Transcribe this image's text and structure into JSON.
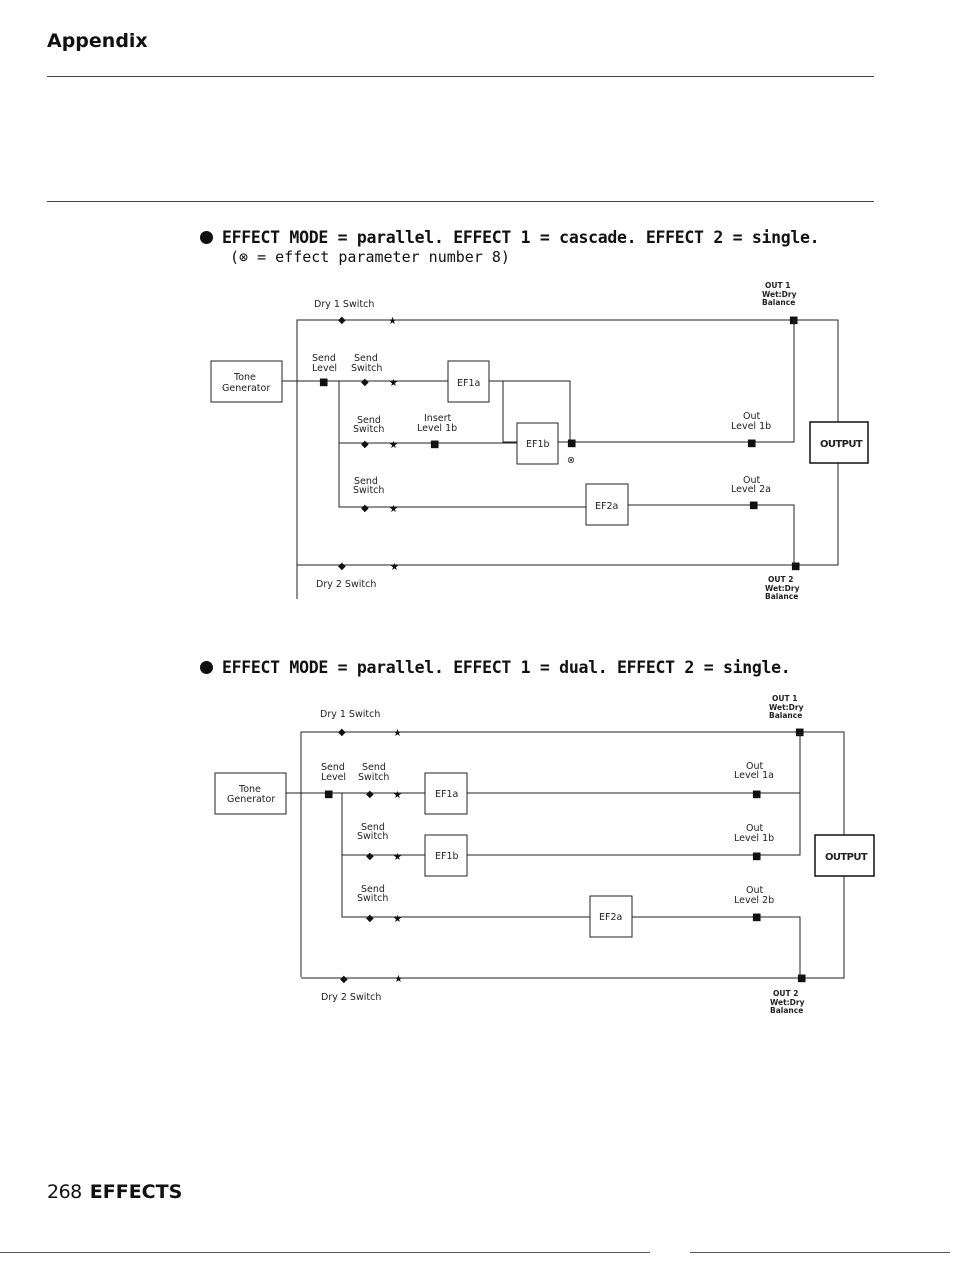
{
  "header": {
    "title": "Appendix"
  },
  "section1": {
    "heading": "EFFECT MODE = parallel. EFFECT 1 = cascade. EFFECT 2 = single.",
    "note": "(⊗ = effect parameter number 8)",
    "diagram": {
      "dry1": "Dry 1 Switch",
      "dry2": "Dry 2 Switch",
      "out1_1": "OUT 1",
      "out1_2": "Wet:Dry",
      "out1_3": "Balance",
      "out2_1": "OUT 2",
      "out2_2": "Wet:Dry",
      "out2_3": "Balance",
      "tone1": "Tone",
      "tone2": "Generator",
      "send_level_1": "Send",
      "send_level_2": "Level",
      "send_switch_1": "Send",
      "send_switch_2": "Switch",
      "efa": "EF1a",
      "efb": "EF1b",
      "ef2": "EF2a",
      "send_b_1": "Send",
      "send_b_2": "Switch",
      "insert_1": "Insert",
      "insert_2": "Level 1b",
      "send_c_1": "Send",
      "send_c_2": "Switch",
      "outlvl_b_1": "Out",
      "outlvl_b_2": "Level 1b",
      "outlvl_c_1": "Out",
      "outlvl_c_2": "Level 2a",
      "param_mark": "⊗",
      "output": "OUTPUT"
    }
  },
  "section2": {
    "heading": "EFFECT MODE = parallel. EFFECT 1 = dual. EFFECT 2 = single.",
    "diagram": {
      "dry1": "Dry 1 Switch",
      "dry2": "Dry 2 Switch",
      "out1_1": "OUT 1",
      "out1_2": "Wet:Dry",
      "out1_3": "Balance",
      "out2_1": "OUT 2",
      "out2_2": "Wet:Dry",
      "out2_3": "Balance",
      "tone1": "Tone",
      "tone2": "Generator",
      "send_level_1": "Send",
      "send_level_2": "Level",
      "send_switch_1": "Send",
      "send_switch_2": "Switch",
      "efa": "EF1a",
      "efb": "EF1b",
      "ef2": "EF2a",
      "send_b_1": "Send",
      "send_b_2": "Switch",
      "send_c_1": "Send",
      "send_c_2": "Switch",
      "outlvl_a_1": "Out",
      "outlvl_a_2": "Level 1a",
      "outlvl_b_1": "Out",
      "outlvl_b_2": "Level 1b",
      "outlvl_c_1": "Out",
      "outlvl_c_2": "Level 2b",
      "output": "OUTPUT"
    }
  },
  "footer": {
    "page": "268",
    "section": "EFFECTS"
  }
}
